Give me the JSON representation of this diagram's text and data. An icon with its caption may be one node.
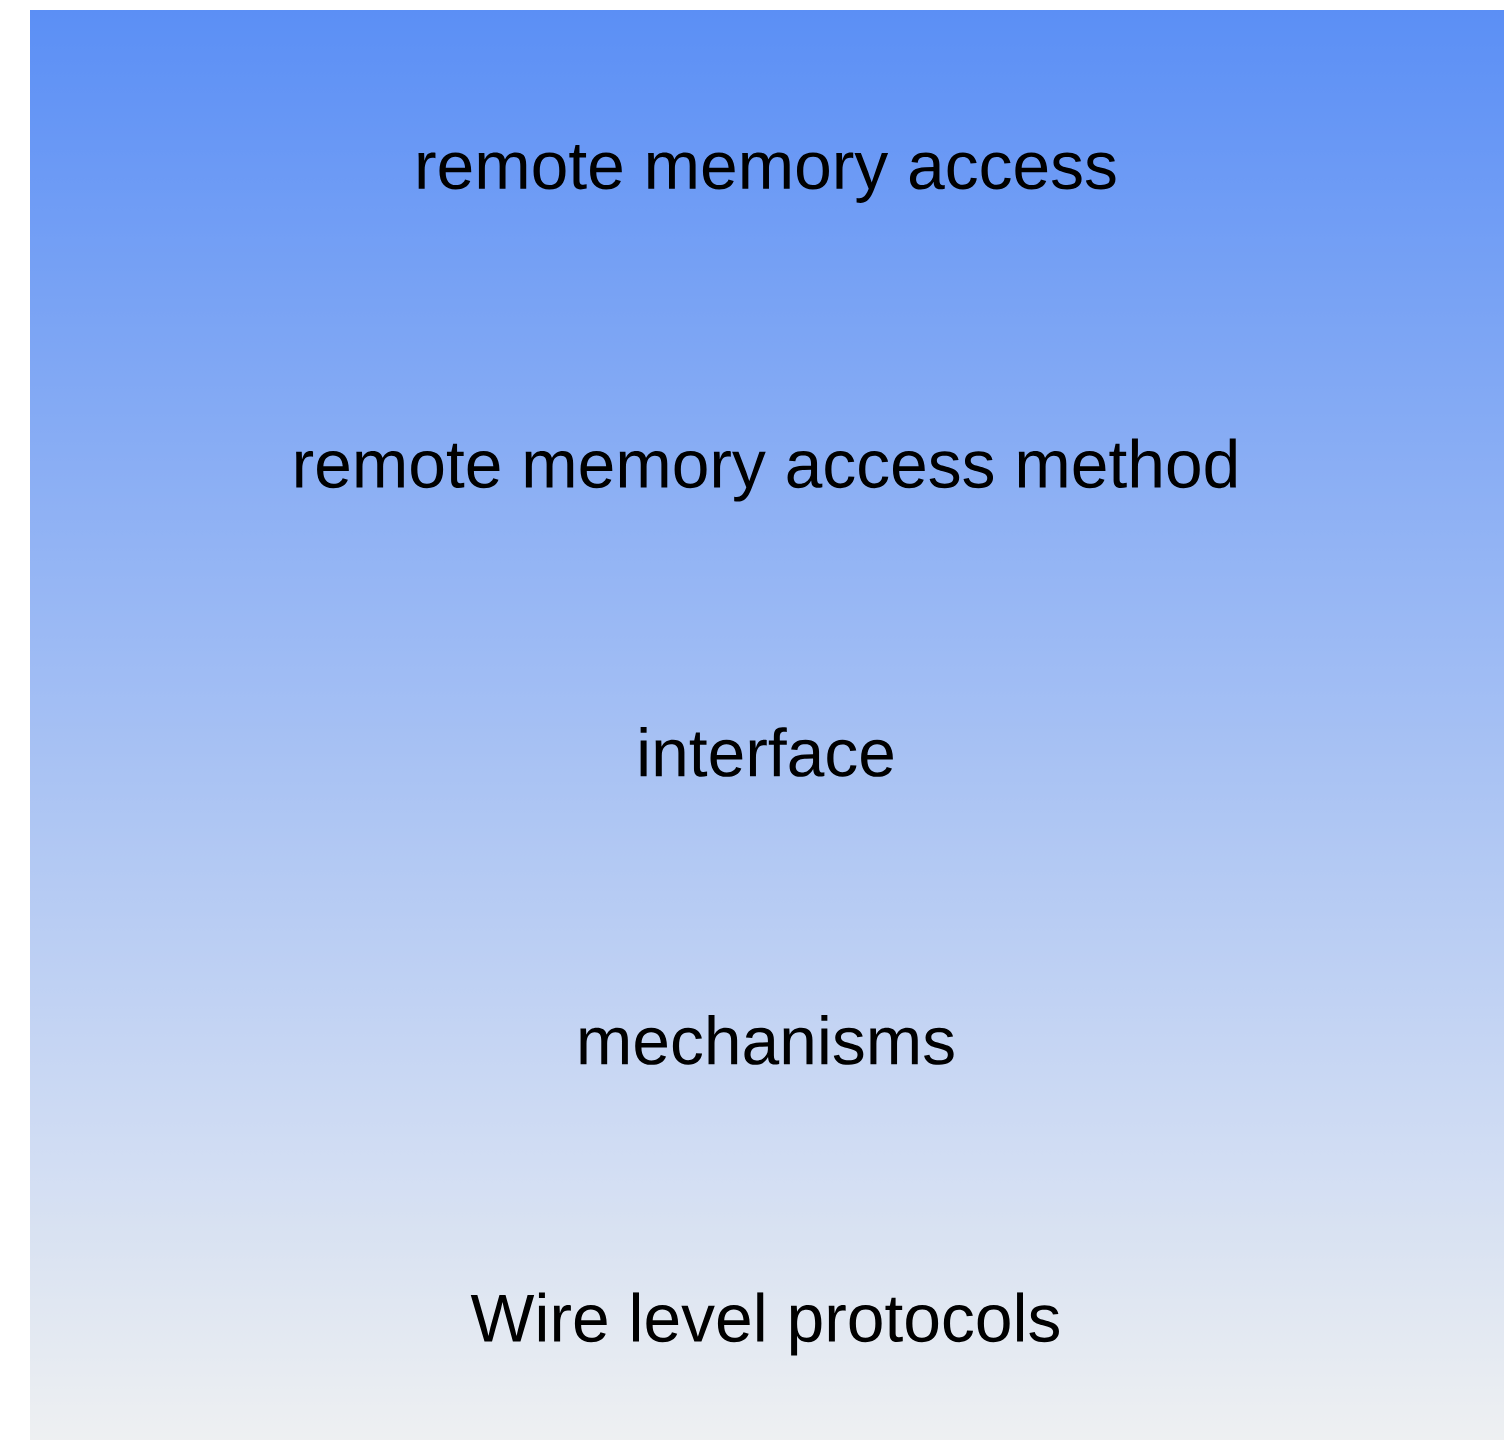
{
  "diagram": {
    "nodes": [
      {
        "text": [
          "remote memory access",
          "remote memory access method",
          "interface",
          "mechanisms",
          "Wire level protocols"
        ]
      }
    ]
  }
}
